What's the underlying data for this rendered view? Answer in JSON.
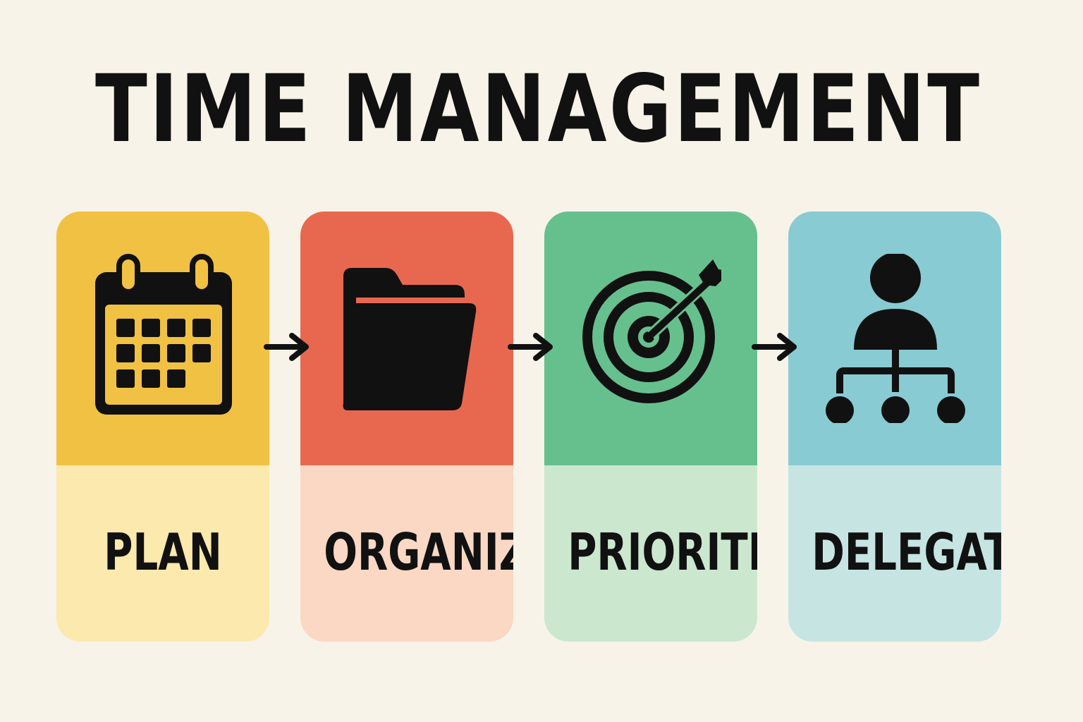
{
  "title": "TIME MANAGEMENT",
  "steps": [
    {
      "label": "PLAN",
      "icon": "calendar-icon",
      "top_color": "#f1c143",
      "bottom_color": "#fbe9ad"
    },
    {
      "label": "ORGANIZE",
      "icon": "folder-icon",
      "top_color": "#e8684f",
      "bottom_color": "#fad8c4"
    },
    {
      "label": "PRIORITIZE",
      "icon": "target-arrow-icon",
      "top_color": "#66c08e",
      "bottom_color": "#cbe8cf"
    },
    {
      "label": "DELEGATE",
      "icon": "org-chart-icon",
      "top_color": "#88cbd3",
      "bottom_color": "#c6e5e2"
    }
  ],
  "connector_icon": "arrow-right-icon",
  "background_color": "#f8f3e8"
}
